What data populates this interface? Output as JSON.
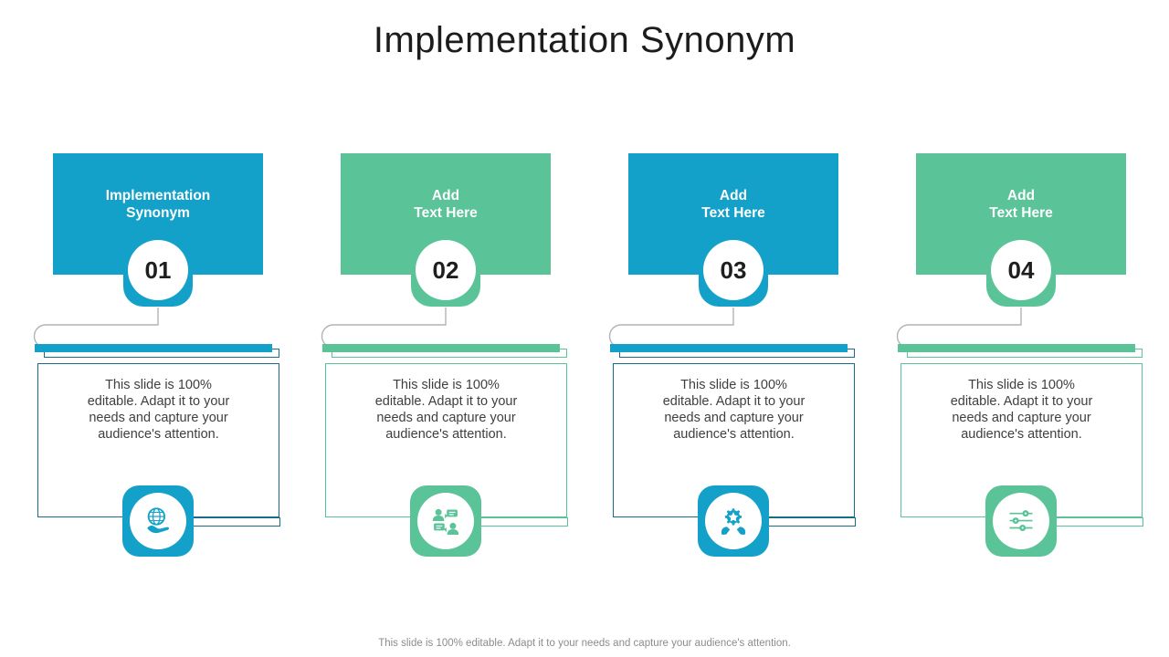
{
  "title": "Implementation Synonym",
  "footer": "This slide is 100% editable. Adapt it to your needs and capture your audience's attention.",
  "theme": {
    "blue": "#14a1c9",
    "blue_outline": "#186c87",
    "green": "#5ac397",
    "green_outline": "#5ac397",
    "number_color": "#1e1e1e",
    "body_text_color": "#3f3f3f",
    "connector_gray": "#b3b3b3"
  },
  "columns": [
    {
      "number": "01",
      "heading_line1": "Implementation",
      "heading_line2": "Synonym",
      "body": "This slide is 100% editable. Adapt it to your needs and capture your audience's attention.",
      "icon": "globe-in-hand",
      "theme": "blue"
    },
    {
      "number": "02",
      "heading_line1": "Add",
      "heading_line2": "Text Here",
      "body": "This slide is 100% editable. Adapt it to your needs and capture your audience's attention.",
      "icon": "people-conversation",
      "theme": "green"
    },
    {
      "number": "03",
      "heading_line1": "Add",
      "heading_line2": "Text Here",
      "body": "This slide is 100% editable. Adapt it to your needs and capture your audience's attention.",
      "icon": "hands-holding-gear-star",
      "theme": "blue"
    },
    {
      "number": "04",
      "heading_line1": "Add",
      "heading_line2": "Text Here",
      "body": "This slide is 100% editable. Adapt it to your needs and capture your audience's attention.",
      "icon": "sliders",
      "theme": "green"
    }
  ]
}
